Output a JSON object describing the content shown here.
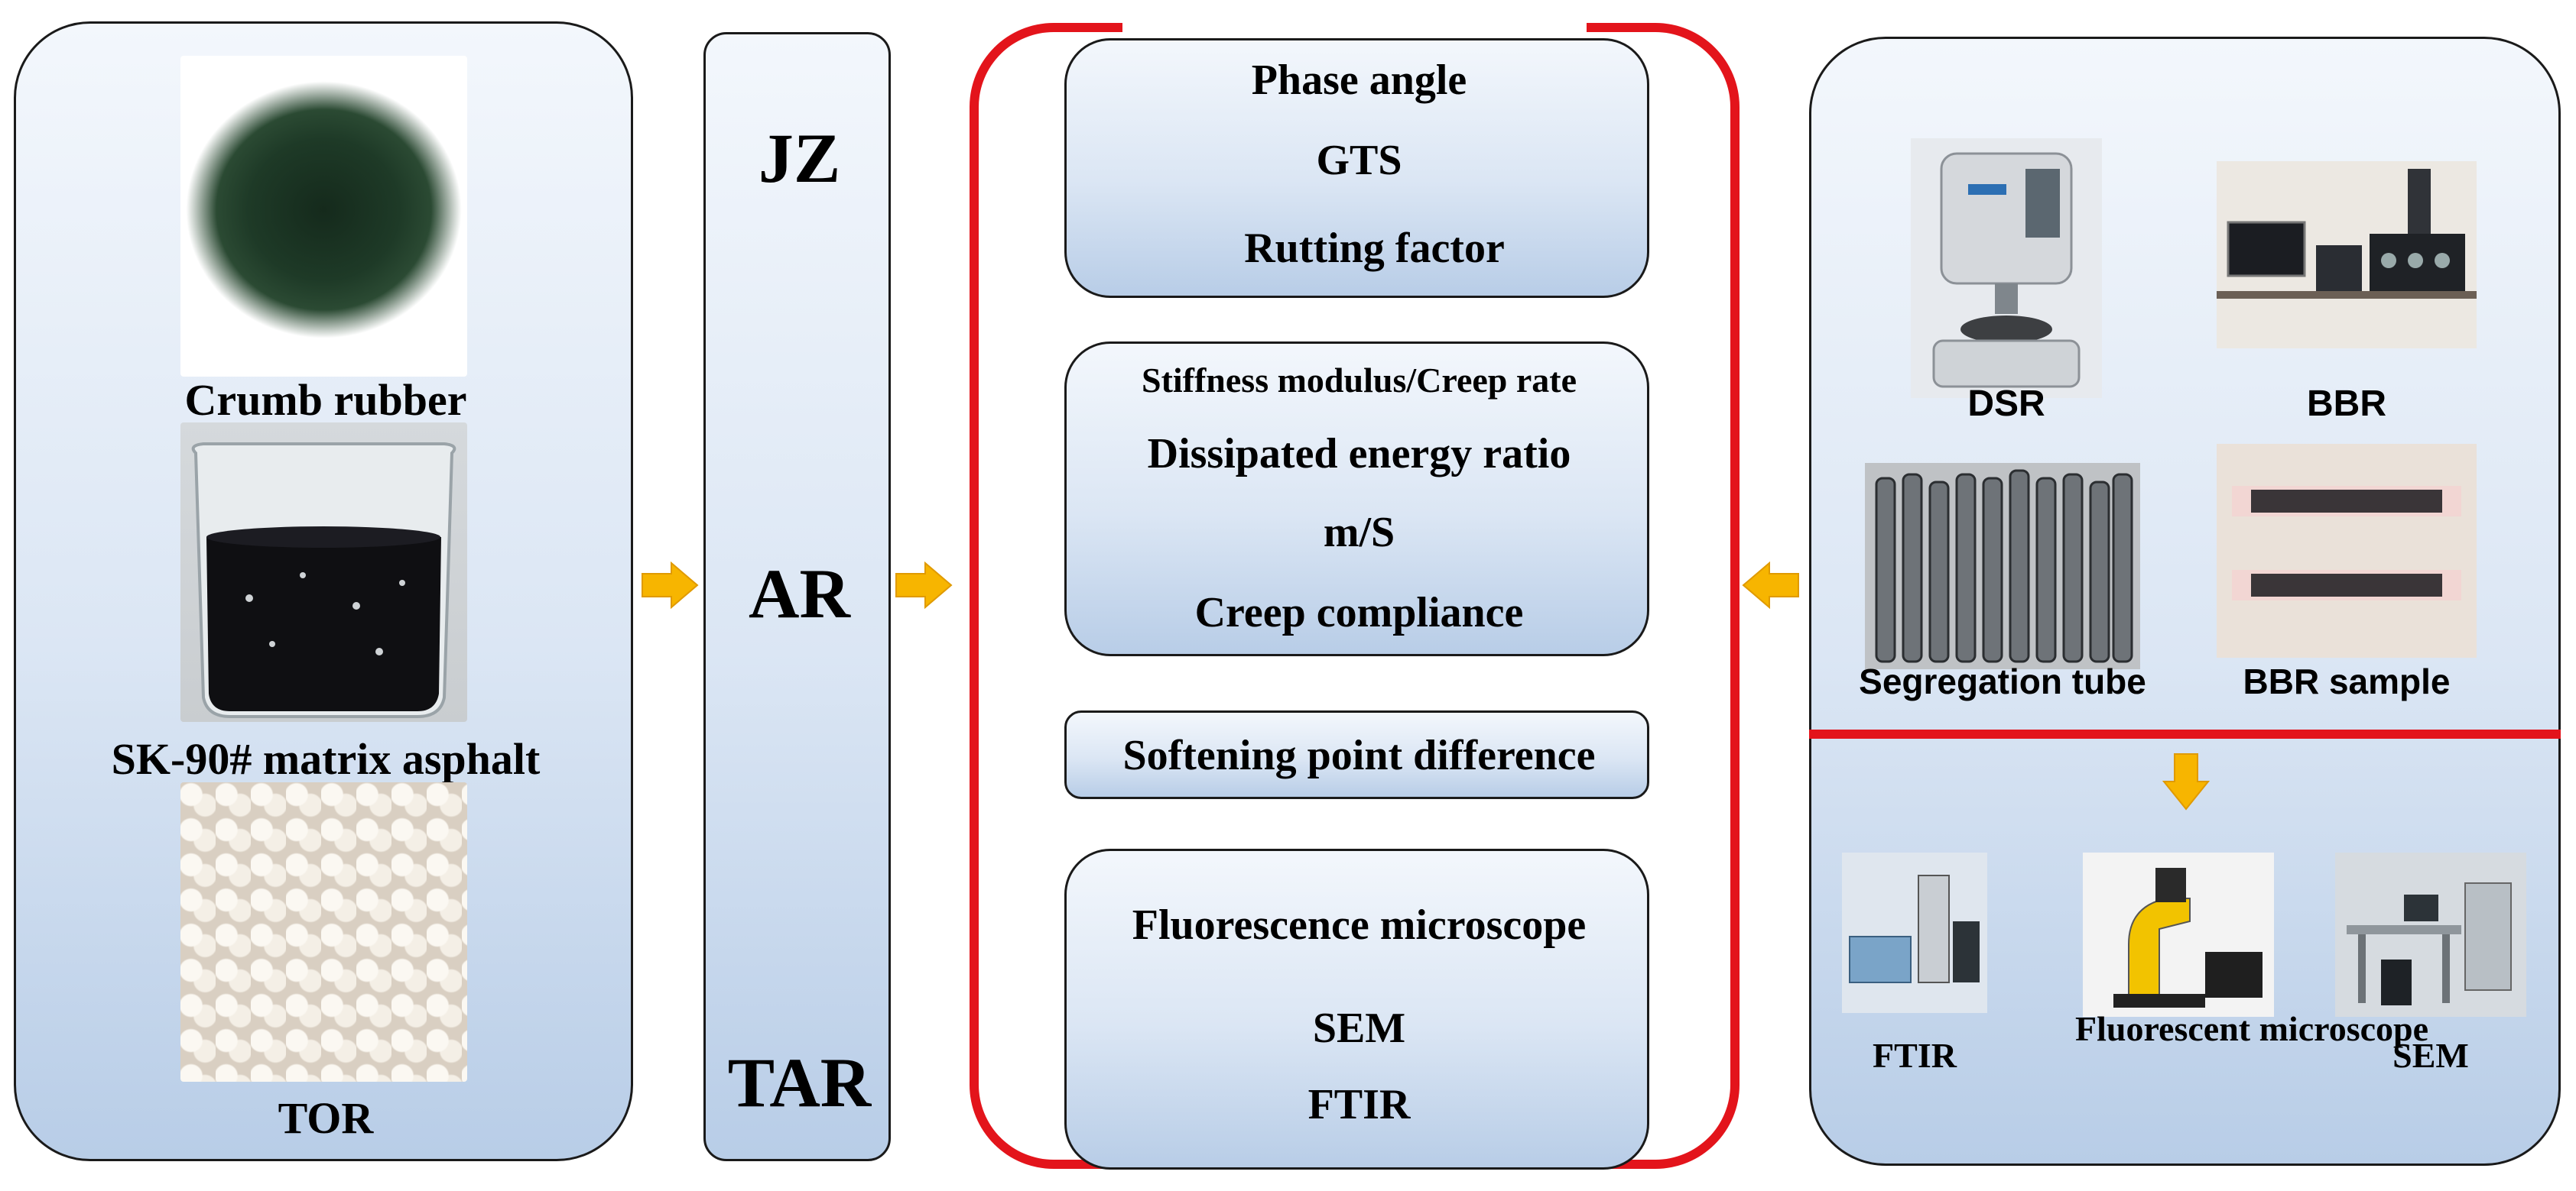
{
  "materials": {
    "crumb_rubber": "Crumb rubber",
    "matrix_asphalt": "SK-90# matrix asphalt",
    "tor": "TOR"
  },
  "modifiers": [
    "JZ",
    "AR",
    "TAR"
  ],
  "tests": {
    "rheology": [
      "Phase angle",
      "GTS",
      "Rutting factor"
    ],
    "low_temp": [
      "Stiffness modulus/Creep  rate",
      "Dissipated energy ratio",
      "m/S",
      "Creep compliance"
    ],
    "storage": "Softening point difference",
    "micro": [
      "Fluorescence microscope",
      "SEM",
      "FTIR"
    ]
  },
  "instruments": {
    "dsr": "DSR",
    "bbr": "BBR",
    "segregation_tube": "Segregation tube",
    "bbr_sample": "BBR sample",
    "ftir": "FTIR",
    "fluorescent_microscope": "Fluorescent microscope",
    "sem": "SEM"
  },
  "colors": {
    "bracket": "#e3141b",
    "arrow": "#f7b500",
    "panel_top": "#f3f7fc",
    "panel_bottom": "#b8cde7"
  },
  "icons": [
    "arrow-right-icon",
    "arrow-left-icon",
    "arrow-down-icon"
  ]
}
